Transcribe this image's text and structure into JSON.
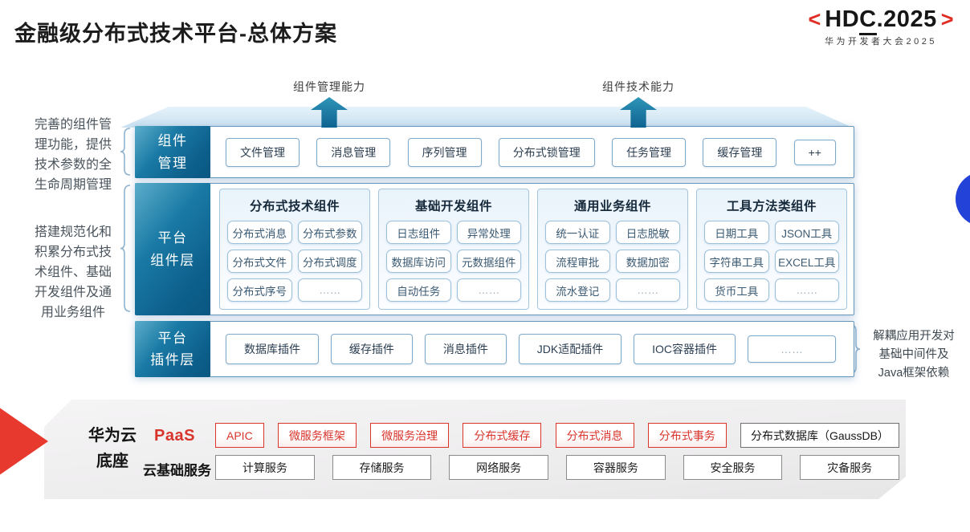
{
  "title": "金融级分布式技术平台-总体方案",
  "logo": {
    "bracket_left": "<",
    "text_prefix": "HD",
    "text_underlined": "C",
    "text_suffix": ".2025",
    "bracket_right": ">",
    "subtitle": "华为开发者大会2025"
  },
  "capability_arrows": [
    {
      "label": "组件管理能力"
    },
    {
      "label": "组件技术能力"
    }
  ],
  "left_notes": [
    {
      "lines": [
        "完善的组件管",
        "理功能，提供",
        "技术参数的全",
        "生命周期管理"
      ]
    },
    {
      "lines": [
        "搭建规范化和",
        "积累分布式技",
        "术组件、基础",
        "开发组件及通",
        "用业务组件"
      ]
    }
  ],
  "right_note": {
    "lines": [
      "解耦应用开发对",
      "基础中间件及",
      "Java框架依赖"
    ]
  },
  "layer_component_mgmt": {
    "label_lines": [
      "组件",
      "管理"
    ],
    "items": [
      "文件管理",
      "消息管理",
      "序列管理",
      "分布式锁管理",
      "任务管理",
      "缓存管理",
      "++"
    ]
  },
  "layer_platform_components": {
    "label_lines": [
      "平台",
      "组件层"
    ],
    "groups": [
      {
        "title": "分布式技术组件",
        "items": [
          "分布式消息",
          "分布式参数",
          "分布式文件",
          "分布式调度",
          "分布式序号",
          "……"
        ]
      },
      {
        "title": "基础开发组件",
        "items": [
          "日志组件",
          "异常处理",
          "数据库访问",
          "元数据组件",
          "自动任务",
          "……"
        ]
      },
      {
        "title": "通用业务组件",
        "items": [
          "统一认证",
          "日志脱敏",
          "流程审批",
          "数据加密",
          "流水登记",
          "……"
        ]
      },
      {
        "title": "工具方法类组件",
        "items": [
          "日期工具",
          "JSON工具",
          "字符串工具",
          "EXCEL工具",
          "货币工具",
          "……"
        ]
      }
    ]
  },
  "layer_platform_plugins": {
    "label_lines": [
      "平台",
      "插件层"
    ],
    "items": [
      "数据库插件",
      "缓存插件",
      "消息插件",
      "JDK适配插件",
      "IOC容器插件",
      "……"
    ]
  },
  "cloud_base": {
    "label_lines": [
      "华为云",
      "底座"
    ],
    "paas": {
      "label": "PaaS",
      "items": [
        "APIC",
        "微服务框架",
        "微服务治理",
        "分布式缓存",
        "分布式消息",
        "分布式事务"
      ],
      "db_item": "分布式数据库（GaussDB）"
    },
    "iaas": {
      "label": "云基础服务",
      "items": [
        "计算服务",
        "存储服务",
        "网络服务",
        "容器服务",
        "安全服务",
        "灾备服务"
      ]
    }
  },
  "colors": {
    "brand_red": "#d8342b",
    "layer_teal_dark": "#0a5682",
    "layer_teal_light": "#5badca",
    "panel_border_blue": "#6595ba",
    "chip_border_blue": "#9cc0da",
    "arrow_teal": "#0e6390",
    "cloud_bg_gray": "#eeedee",
    "blue_dot": "#2342d8"
  }
}
